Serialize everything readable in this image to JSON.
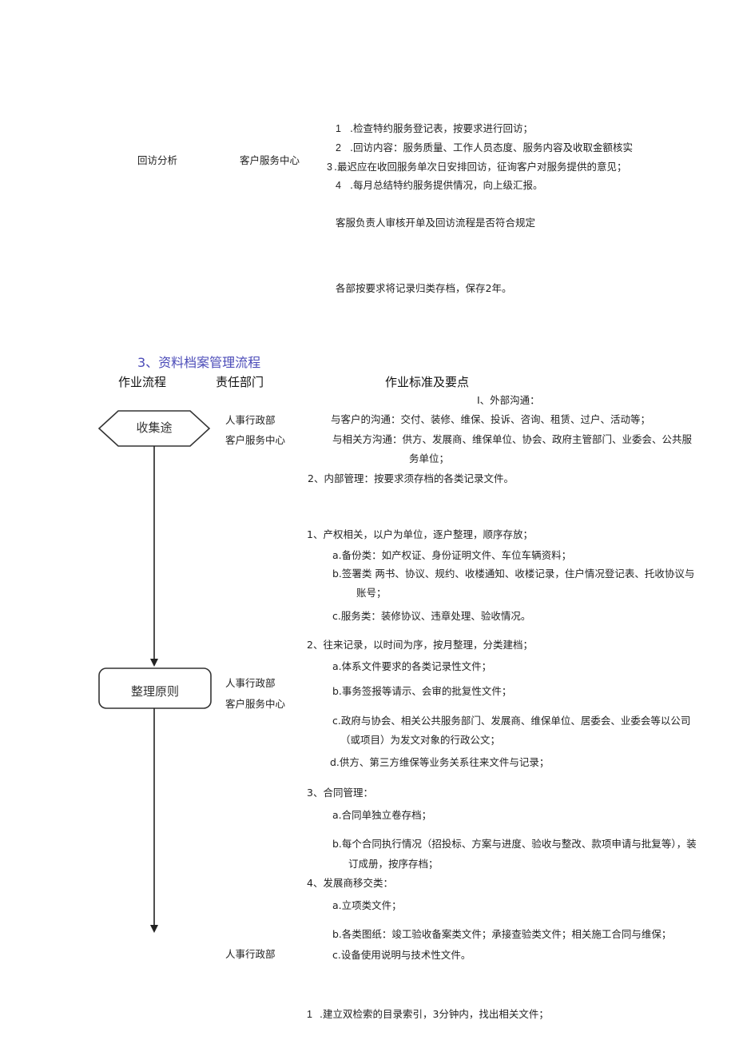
{
  "top": {
    "task": "回访分析",
    "dept": "客户服务中心",
    "items": [
      {
        "num": "1",
        "text": ".检查特约服务登记表，按要求进行回访；"
      },
      {
        "num": "2",
        "text": ".回访内容：服务质量、工作人员态度、服务内容及收取金额核实"
      },
      {
        "num": "3",
        "text": ".最迟应在收回服务单次日安排回访，征询客户对服务提供的意见；"
      },
      {
        "num": "4",
        "text": ".每月总结特约服务提供情况，向上级汇报。"
      }
    ],
    "note1": "客服负责人审核开单及回访流程是否符合规定",
    "note2": "各部按要求将记录归类存档，保存2年。"
  },
  "section": {
    "title": "3、资料档案管理流程",
    "col1": "作业流程",
    "col2": "责任部门",
    "col3": "作业标准及要点"
  },
  "flow": {
    "node1": "收集途",
    "node2": "整理原则"
  },
  "depts": {
    "d1a": "人事行政部",
    "d1b": "客户服务中心",
    "d2a": "人事行政部",
    "d2b": "客户服务中心",
    "d3": "人事行政部"
  },
  "collect": {
    "l1": "I、外部沟通：",
    "l2": "与客户的沟通：交付、装修、维保、投诉、咨询、租赁、过户、活动等；",
    "l3": "与相关方沟通：供方、发展商、维保单位、协会、政府主管部门、业委会、公共服",
    "l4": "务单位；",
    "l5": "2、内部管理：按要求须存档的各类记录文件。"
  },
  "arrange": {
    "s1": "1、产权相关，以户为单位，逐户整理，顺序存放；",
    "s1a": "a.备份类：如产权证、身份证明文件、车位车辆资料；",
    "s1b": "b.签署类 两书、协议、规约、收楼通知、收楼记录，住户情况登记表、托收协议与",
    "s1b2": "账号；",
    "s1c": "c.服务类：装修协议、违章处理、验收情况。",
    "s2": "2、往来记录，以时间为序，按月整理，分类建档；",
    "s2a": "a.体系文件要求的各类记录性文件；",
    "s2b": "b.事务签报等请示、会审的批复性文件；",
    "s2c": "c.政府与协会、相关公共服务部门、发展商、维保单位、居委会、业委会等以公司",
    "s2c2": "（或项目）为发文对象的行政公文；",
    "s2d": "d.供方、第三方维保等业务关系往来文件与记录；",
    "s3": "3、合同管理：",
    "s3a": "a.合同单独立卷存档；",
    "s3b": "b.每个合同执行情况（招投标、方案与进度、验收与整改、款项申请与批复等），装",
    "s3b2": "订成册，按序存档；",
    "s4": "4、发展商移交类：",
    "s4a": "a.立项类文件；",
    "s4b": "b.各类图纸：竣工验收备案类文件；承接查验类文件；相关施工合同与维保；",
    "s4c": "c.设备使用说明与技术性文件。"
  },
  "bottom": {
    "num": "1",
    "text": ".建立双检索的目录索引，3分钟内，找出相关文件；"
  }
}
